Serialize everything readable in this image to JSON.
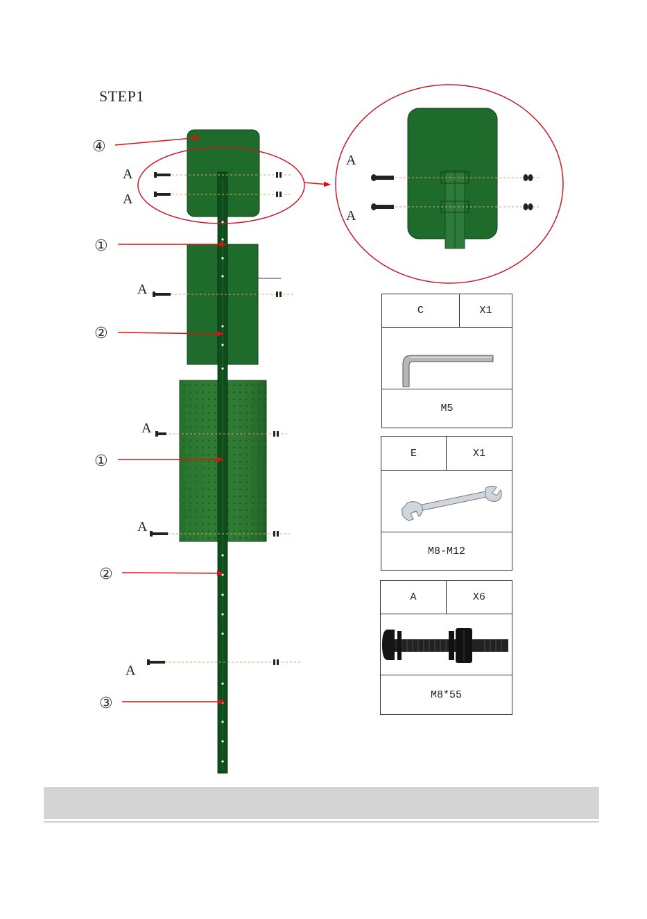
{
  "step": {
    "title": "STEP1"
  },
  "labels": {
    "part1": "①",
    "part2": "②",
    "part3": "③",
    "part4": "④",
    "bolt": "A"
  },
  "parts_list": [
    {
      "code": "C",
      "qty": "X1",
      "spec": "M5",
      "icon": "hex-key-icon"
    },
    {
      "code": "E",
      "qty": "X1",
      "spec": "M8-M12",
      "icon": "wrench-icon"
    },
    {
      "code": "A",
      "qty": "X6",
      "spec": "M8*55",
      "icon": "bolt-nut-icon"
    }
  ],
  "colors": {
    "panel_green": "#1e6b2c",
    "dark_green": "#0f4d1c",
    "arrow_red": "#e01010",
    "callout_circle": "#c8192a",
    "axis_line": "#e0a050"
  }
}
